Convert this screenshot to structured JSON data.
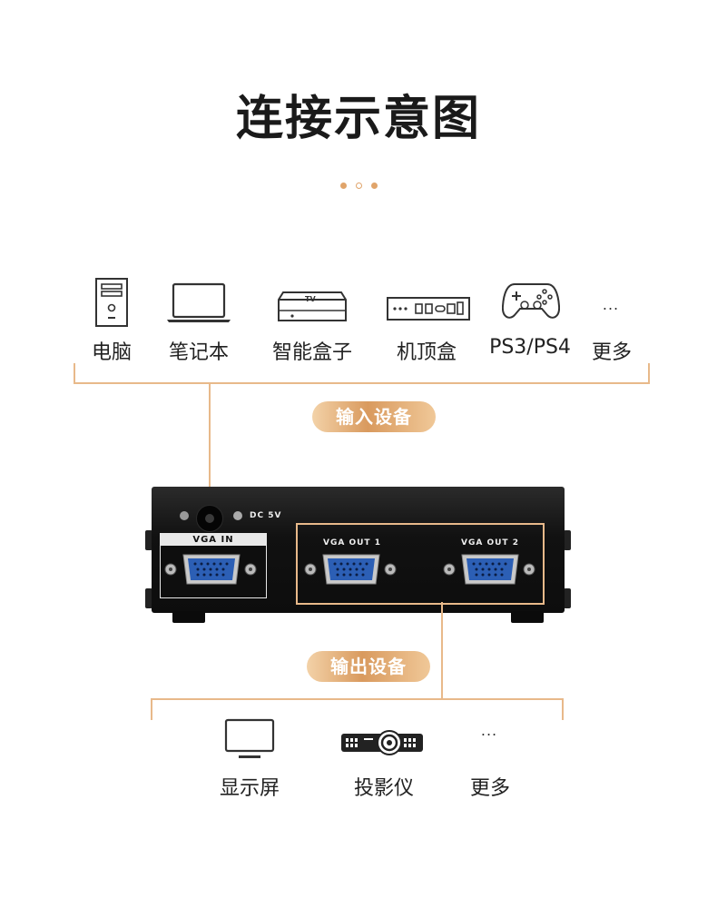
{
  "title": "连接示意图",
  "accent_color": "#e0a46a",
  "input_devices": [
    {
      "label": "电脑",
      "icon": "desktop-computer-icon"
    },
    {
      "label": "笔记本",
      "icon": "laptop-icon"
    },
    {
      "label": "智能盒子",
      "icon": "smart-tv-box-icon",
      "icon_text": "TV"
    },
    {
      "label": "机顶盒",
      "icon": "set-top-box-icon"
    },
    {
      "label": "PS3/PS4",
      "icon": "gamepad-icon"
    },
    {
      "label": "更多",
      "icon": "more-icon",
      "icon_text": "..."
    }
  ],
  "input_pill": "输入设备",
  "device": {
    "power_label": "DC 5V",
    "port_in_label": "VGA IN",
    "port_out1_label": "VGA OUT 1",
    "port_out2_label": "VGA OUT 2"
  },
  "output_pill": "输出设备",
  "output_devices": [
    {
      "label": "显示屏",
      "icon": "monitor-icon"
    },
    {
      "label": "投影仪",
      "icon": "projector-icon"
    },
    {
      "label": "更多",
      "icon": "more-icon",
      "icon_text": "..."
    }
  ]
}
